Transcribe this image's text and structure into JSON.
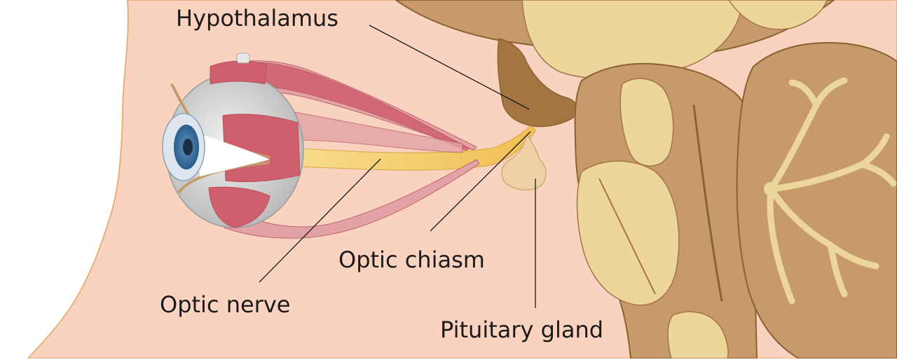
{
  "labels": {
    "hypothalamus": "Hypothalamus",
    "optic_chiasm": "Optic chiasm",
    "optic_nerve": "Optic nerve",
    "pituitary_gland": "Pituitary gland"
  },
  "colors": {
    "background": "#ffffff",
    "skin": "#f9d3bf",
    "skin_outline": "#e2b27a",
    "brain_tan": "#c69a6b",
    "brain_dark": "#a47543",
    "brain_light": "#ecd69c",
    "brain_outline": "#8c6232",
    "pituitary": "#f0d0a6",
    "nerve": "#f4cc6c",
    "muscle": "#cf5f6c",
    "muscle_light": "#e3a3a6",
    "sclera": "#dcdcdc",
    "iris": "#3a6e9c",
    "leader_line": "#1a1a1a"
  }
}
